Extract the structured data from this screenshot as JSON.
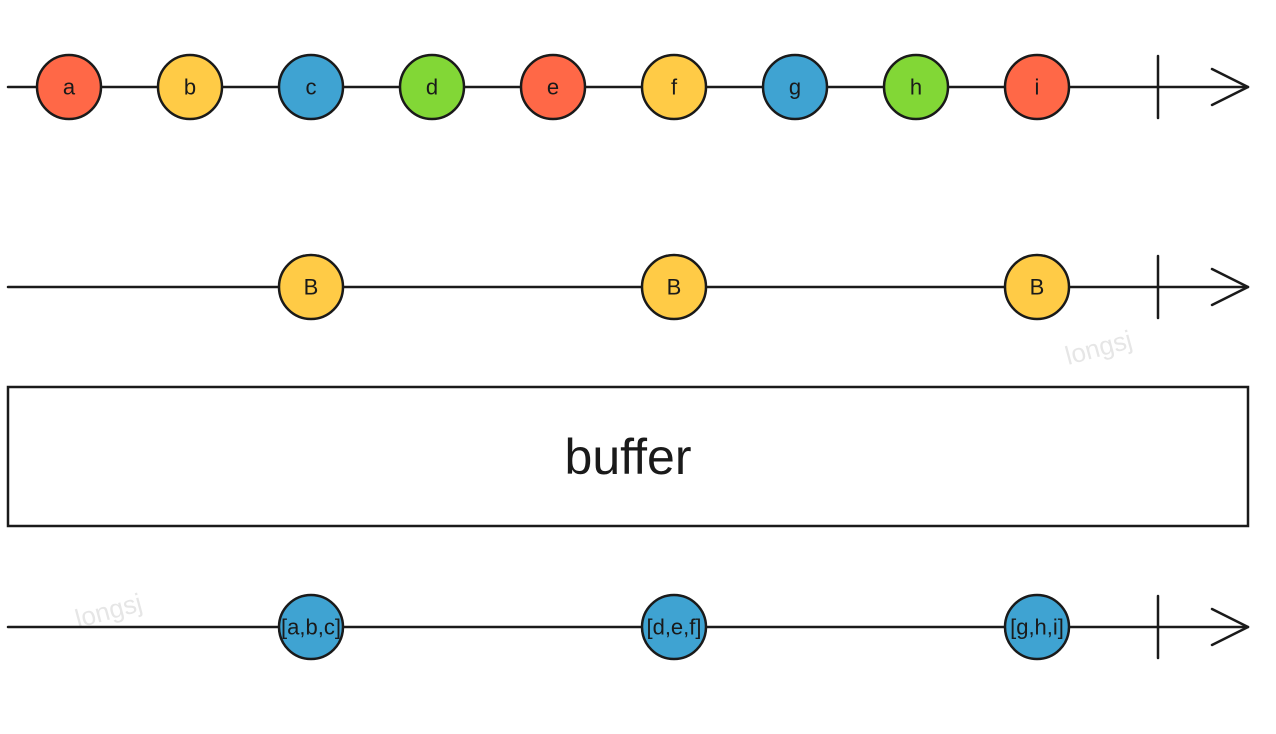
{
  "colors": {
    "red": "#ff6847",
    "yellow": "#ffcb46",
    "blue": "#3fa3d2",
    "green": "#82d736",
    "stroke": "#1a1a1a"
  },
  "source": {
    "marbles": [
      {
        "label": "a",
        "color": "red"
      },
      {
        "label": "b",
        "color": "yellow"
      },
      {
        "label": "c",
        "color": "blue"
      },
      {
        "label": "d",
        "color": "green"
      },
      {
        "label": "e",
        "color": "red"
      },
      {
        "label": "f",
        "color": "yellow"
      },
      {
        "label": "g",
        "color": "blue"
      },
      {
        "label": "h",
        "color": "green"
      },
      {
        "label": "i",
        "color": "red"
      }
    ]
  },
  "boundary": {
    "marbles": [
      {
        "label": "B",
        "color": "yellow"
      },
      {
        "label": "B",
        "color": "yellow"
      },
      {
        "label": "B",
        "color": "yellow"
      }
    ]
  },
  "operator": {
    "label": "buffer"
  },
  "output": {
    "marbles": [
      {
        "label": "[a,b,c]",
        "color": "blue"
      },
      {
        "label": "[d,e,f]",
        "color": "blue"
      },
      {
        "label": "[g,h,i]",
        "color": "blue"
      }
    ]
  },
  "watermarks": [
    "longsj",
    "longsj"
  ]
}
